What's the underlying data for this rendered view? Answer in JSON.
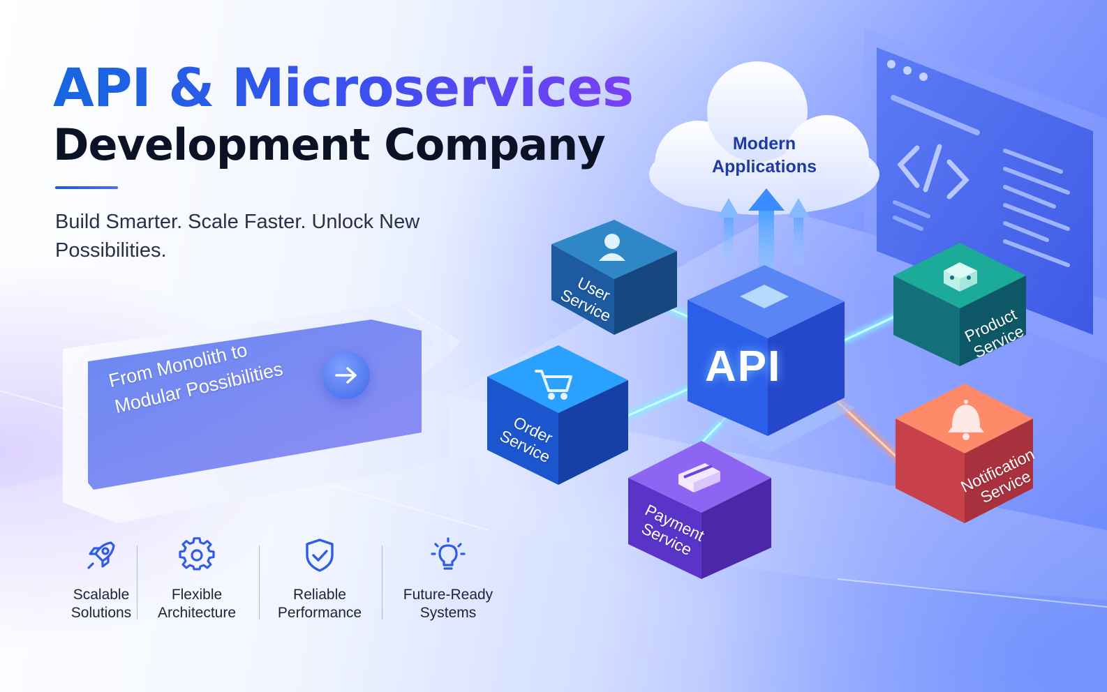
{
  "hero": {
    "title_line1": "API & Microservices",
    "title_line2": "Development Company",
    "tagline": "Build Smarter. Scale Faster. Unlock New Possibilities."
  },
  "banner": {
    "text": "From Monolith to Modular Possibilities"
  },
  "features": [
    {
      "label": "Scalable Solutions",
      "icon": "rocket-icon"
    },
    {
      "label": "Flexible Architecture",
      "icon": "gear-icon"
    },
    {
      "label": "Reliable Performance",
      "icon": "shield-check-icon"
    },
    {
      "label": "Future-Ready Systems",
      "icon": "lightbulb-icon"
    }
  ],
  "diagram": {
    "cloud_label": "Modern Applications",
    "api_label": "API",
    "services": {
      "user": "User\nService",
      "order": "Order\nService",
      "payment": "Payment\nService",
      "product": "Product\nService",
      "notification": "Notification\nService"
    },
    "service_icons": {
      "user": "user-icon",
      "order": "cart-icon",
      "payment": "credit-card-icon",
      "product": "box-icon",
      "notification": "bell-icon"
    }
  },
  "colors": {
    "title_gradient_start": "#1666e0",
    "title_gradient_end": "#7b3ff2",
    "title_dark": "#0c1226",
    "accent_blue": "#2f5be6",
    "user_cube": "#1e6fb8",
    "order_cube": "#1e66e0",
    "payment_cube": "#6a3ee0",
    "product_cube": "#118f88",
    "notification_cube": "#e45a55",
    "api_cube": "#2253e0"
  }
}
